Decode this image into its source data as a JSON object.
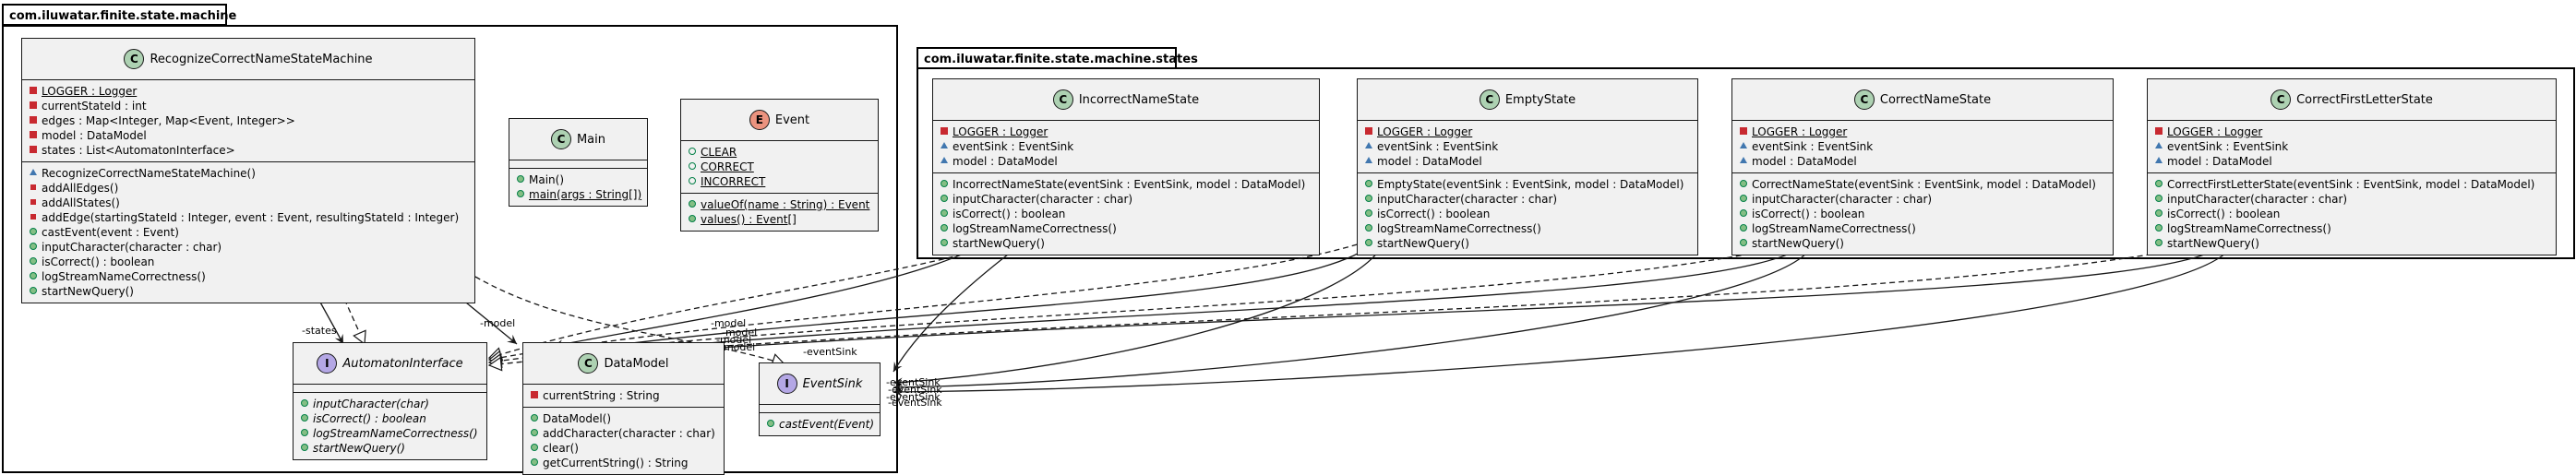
{
  "packages": {
    "main": "com.iluwatar.finite.state.machine",
    "states": "com.iluwatar.finite.state.machine.states"
  },
  "classes": {
    "recognize": {
      "badge": "C",
      "name": "RecognizeCorrectNameStateMachine",
      "fields": [
        {
          "vis": "priv",
          "text": "LOGGER : Logger",
          "u": true
        },
        {
          "vis": "priv",
          "text": "currentStateId : int"
        },
        {
          "vis": "priv",
          "text": "edges : Map<Integer, Map<Event, Integer>>"
        },
        {
          "vis": "priv",
          "text": "model : DataModel"
        },
        {
          "vis": "priv",
          "text": "states : List<AutomatonInterface>"
        }
      ],
      "methods": [
        {
          "vis": "pkgv",
          "text": "RecognizeCorrectNameStateMachine()"
        },
        {
          "vis": "privm",
          "text": "addAllEdges()"
        },
        {
          "vis": "privm",
          "text": "addAllStates()"
        },
        {
          "vis": "privm",
          "text": "addEdge(startingStateId : Integer, event : Event, resultingStateId : Integer)"
        },
        {
          "vis": "pubm",
          "text": "castEvent(event : Event)"
        },
        {
          "vis": "pubm",
          "text": "inputCharacter(character : char)"
        },
        {
          "vis": "pubm",
          "text": "isCorrect() : boolean"
        },
        {
          "vis": "pubm",
          "text": "logStreamNameCorrectness()"
        },
        {
          "vis": "pubm",
          "text": "startNewQuery()"
        }
      ]
    },
    "main": {
      "badge": "C",
      "name": "Main",
      "methods": [
        {
          "vis": "pubm",
          "text": "Main()"
        },
        {
          "vis": "pubm",
          "text": "main(args : String[])",
          "u": true
        }
      ]
    },
    "event": {
      "badge": "E",
      "name": "Event",
      "fields": [
        {
          "vis": "pub",
          "text": "CLEAR",
          "u": true
        },
        {
          "vis": "pub",
          "text": "CORRECT",
          "u": true
        },
        {
          "vis": "pub",
          "text": "INCORRECT",
          "u": true
        }
      ],
      "methods": [
        {
          "vis": "pubm",
          "text": "valueOf(name : String) : Event",
          "u": true
        },
        {
          "vis": "pubm",
          "text": "values() : Event[]",
          "u": true
        }
      ]
    },
    "automaton": {
      "badge": "I",
      "name": "AutomatonInterface",
      "methods": [
        {
          "vis": "pubm",
          "text": "inputCharacter(char)",
          "i": true
        },
        {
          "vis": "pubm",
          "text": "isCorrect() : boolean",
          "i": true
        },
        {
          "vis": "pubm",
          "text": "logStreamNameCorrectness()",
          "i": true
        },
        {
          "vis": "pubm",
          "text": "startNewQuery()",
          "i": true
        }
      ]
    },
    "datamodel": {
      "badge": "C",
      "name": "DataModel",
      "fields": [
        {
          "vis": "priv",
          "text": "currentString : String"
        }
      ],
      "methods": [
        {
          "vis": "pubm",
          "text": "DataModel()"
        },
        {
          "vis": "pubm",
          "text": "addCharacter(character : char)"
        },
        {
          "vis": "pubm",
          "text": "clear()"
        },
        {
          "vis": "pubm",
          "text": "getCurrentString() : String"
        }
      ]
    },
    "eventsink": {
      "badge": "I",
      "name": "EventSink",
      "methods": [
        {
          "vis": "pubm",
          "text": "castEvent(Event)",
          "i": true
        }
      ]
    },
    "incorrect": {
      "badge": "C",
      "name": "IncorrectNameState",
      "fields": [
        {
          "vis": "priv",
          "text": "LOGGER : Logger",
          "u": true
        },
        {
          "vis": "pkgv",
          "text": "eventSink : EventSink"
        },
        {
          "vis": "pkgv",
          "text": "model : DataModel"
        }
      ],
      "methods": [
        {
          "vis": "pubm",
          "text": "IncorrectNameState(eventSink : EventSink, model : DataModel)"
        },
        {
          "vis": "pubm",
          "text": "inputCharacter(character : char)"
        },
        {
          "vis": "pubm",
          "text": "isCorrect() : boolean"
        },
        {
          "vis": "pubm",
          "text": "logStreamNameCorrectness()"
        },
        {
          "vis": "pubm",
          "text": "startNewQuery()"
        }
      ]
    },
    "empty": {
      "badge": "C",
      "name": "EmptyState",
      "fields": [
        {
          "vis": "priv",
          "text": "LOGGER : Logger",
          "u": true
        },
        {
          "vis": "pkgv",
          "text": "eventSink : EventSink"
        },
        {
          "vis": "pkgv",
          "text": "model : DataModel"
        }
      ],
      "methods": [
        {
          "vis": "pubm",
          "text": "EmptyState(eventSink : EventSink, model : DataModel)"
        },
        {
          "vis": "pubm",
          "text": "inputCharacter(character : char)"
        },
        {
          "vis": "pubm",
          "text": "isCorrect() : boolean"
        },
        {
          "vis": "pubm",
          "text": "logStreamNameCorrectness()"
        },
        {
          "vis": "pubm",
          "text": "startNewQuery()"
        }
      ]
    },
    "correctname": {
      "badge": "C",
      "name": "CorrectNameState",
      "fields": [
        {
          "vis": "priv",
          "text": "LOGGER : Logger",
          "u": true
        },
        {
          "vis": "pkgv",
          "text": "eventSink : EventSink"
        },
        {
          "vis": "pkgv",
          "text": "model : DataModel"
        }
      ],
      "methods": [
        {
          "vis": "pubm",
          "text": "CorrectNameState(eventSink : EventSink, model : DataModel)"
        },
        {
          "vis": "pubm",
          "text": "inputCharacter(character : char)"
        },
        {
          "vis": "pubm",
          "text": "isCorrect() : boolean"
        },
        {
          "vis": "pubm",
          "text": "logStreamNameCorrectness()"
        },
        {
          "vis": "pubm",
          "text": "startNewQuery()"
        }
      ]
    },
    "correctfirst": {
      "badge": "C",
      "name": "CorrectFirstLetterState",
      "fields": [
        {
          "vis": "priv",
          "text": "LOGGER : Logger",
          "u": true
        },
        {
          "vis": "pkgv",
          "text": "eventSink : EventSink"
        },
        {
          "vis": "pkgv",
          "text": "model : DataModel"
        }
      ],
      "methods": [
        {
          "vis": "pubm",
          "text": "CorrectFirstLetterState(eventSink : EventSink, model : DataModel)"
        },
        {
          "vis": "pubm",
          "text": "inputCharacter(character : char)"
        },
        {
          "vis": "pubm",
          "text": "isCorrect() : boolean"
        },
        {
          "vis": "pubm",
          "text": "logStreamNameCorrectness()"
        },
        {
          "vis": "pubm",
          "text": "startNewQuery()"
        }
      ]
    }
  },
  "edge_labels": {
    "states": "-states",
    "model": "-model",
    "eventSink": "-eventSink"
  }
}
